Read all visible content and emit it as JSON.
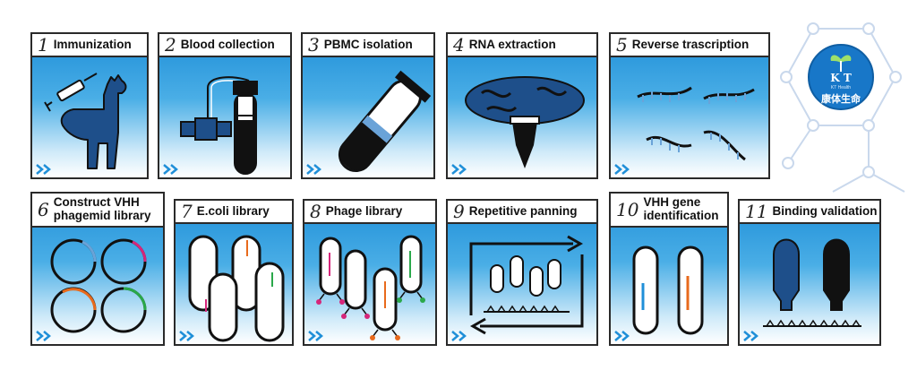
{
  "steps": [
    {
      "num": "1",
      "title": "Immunization"
    },
    {
      "num": "2",
      "title": "Blood collection"
    },
    {
      "num": "3",
      "title": "PBMC isolation"
    },
    {
      "num": "4",
      "title": "RNA extraction"
    },
    {
      "num": "5",
      "title": "Reverse trascription"
    },
    {
      "num": "6",
      "title": "Construct VHH phagemid library"
    },
    {
      "num": "7",
      "title": "E.coli library"
    },
    {
      "num": "8",
      "title": "Phage library"
    },
    {
      "num": "9",
      "title": "Repetitive panning"
    },
    {
      "num": "10",
      "title": "VHH gene identification"
    },
    {
      "num": "11",
      "title": "Binding validation"
    }
  ],
  "logo": {
    "letters": "K T",
    "tagline": "KT Health",
    "name": "康体生命"
  },
  "colors": {
    "blue": "#1f8fd8",
    "navy": "#1e4f8a",
    "magenta": "#d6267a",
    "orange": "#e86a1c",
    "green": "#2aa84a",
    "outline": "#111111"
  },
  "icons": [
    "llama-icon",
    "syringe-icon",
    "blood-collection-tube-icon",
    "centrifuge-tube-icon",
    "rna-cell-icon",
    "dna-strand-icon",
    "plasmid-icon",
    "ecoli-icon",
    "phage-icon",
    "panning-icon",
    "binding-antibody-icon"
  ]
}
